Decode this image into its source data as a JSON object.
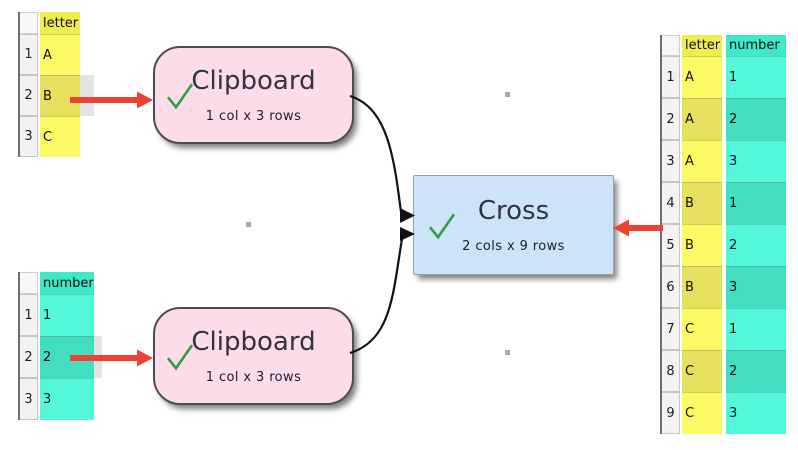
{
  "nodes": {
    "clipboard_top": {
      "title": "Clipboard",
      "subtitle": "1 col x 3 rows",
      "status": "ok"
    },
    "clipboard_bottom": {
      "title": "Clipboard",
      "subtitle": "1 col x 3 rows",
      "status": "ok"
    },
    "cross": {
      "title": "Cross",
      "subtitle": "2 cols x 9 rows",
      "status": "ok"
    }
  },
  "tables": {
    "letter_input": {
      "header": "letter",
      "rows": [
        {
          "num": "1",
          "value": "A"
        },
        {
          "num": "2",
          "value": "B"
        },
        {
          "num": "3",
          "value": "C"
        }
      ],
      "selected_row": "2"
    },
    "number_input": {
      "header": "number",
      "rows": [
        {
          "num": "1",
          "value": "1"
        },
        {
          "num": "2",
          "value": "2"
        },
        {
          "num": "3",
          "value": "3"
        }
      ],
      "selected_row": "2"
    },
    "result": {
      "headers": {
        "letter": "letter",
        "number": "number"
      },
      "rows": [
        {
          "num": "1",
          "letter": "A",
          "number": "1"
        },
        {
          "num": "2",
          "letter": "A",
          "number": "2"
        },
        {
          "num": "3",
          "letter": "A",
          "number": "3"
        },
        {
          "num": "4",
          "letter": "B",
          "number": "1"
        },
        {
          "num": "5",
          "letter": "B",
          "number": "2"
        },
        {
          "num": "6",
          "letter": "B",
          "number": "3"
        },
        {
          "num": "7",
          "letter": "C",
          "number": "1"
        },
        {
          "num": "8",
          "letter": "C",
          "number": "2"
        },
        {
          "num": "9",
          "letter": "C",
          "number": "3"
        }
      ]
    }
  },
  "colors": {
    "letter_header": "#f0ee4e",
    "letter_cell": "#fbf964",
    "letter_cell_dark": "#e6e05e",
    "number_header": "#3fe9c8",
    "number_cell": "#54f8d8",
    "number_cell_dark": "#41dfc0",
    "clipboard_node_fill": "#fbdce8",
    "cross_node_fill": "#cde4f8",
    "red_arrow": "#ee4136",
    "check_green": "#2f9e44",
    "connector": "#111111",
    "grid_dot": "#a8a8a8"
  }
}
